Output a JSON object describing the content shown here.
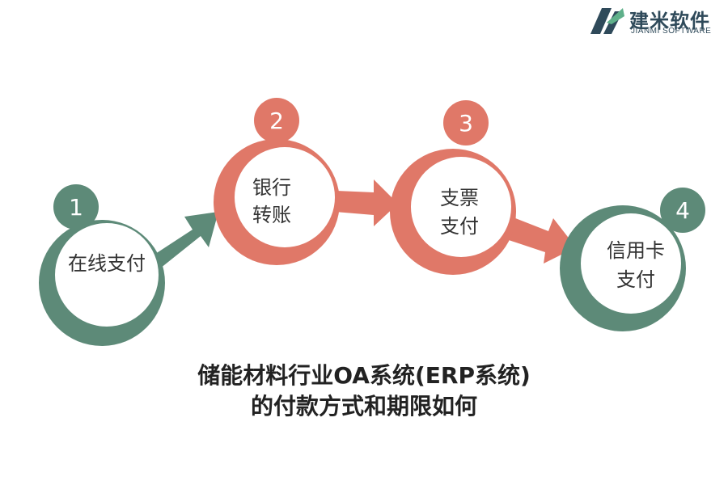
{
  "brand": {
    "name_cn": "建米软件",
    "name_en": "JIANMI SOFTWARE"
  },
  "colors": {
    "green": "#5d8a78",
    "salmon": "#e07868",
    "white": "#ffffff",
    "text": "#222222"
  },
  "steps": [
    {
      "number": "1",
      "lines": [
        "在线支付"
      ],
      "color": "green"
    },
    {
      "number": "2",
      "lines": [
        "银行",
        "转账"
      ],
      "color": "salmon"
    },
    {
      "number": "3",
      "lines": [
        "支票",
        "支付"
      ],
      "color": "salmon"
    },
    {
      "number": "4",
      "lines": [
        "信用卡",
        "支付"
      ],
      "color": "green"
    }
  ],
  "title": {
    "line1": "储能材料行业OA系统(ERP系统)",
    "line2": "的付款方式和期限如何"
  }
}
